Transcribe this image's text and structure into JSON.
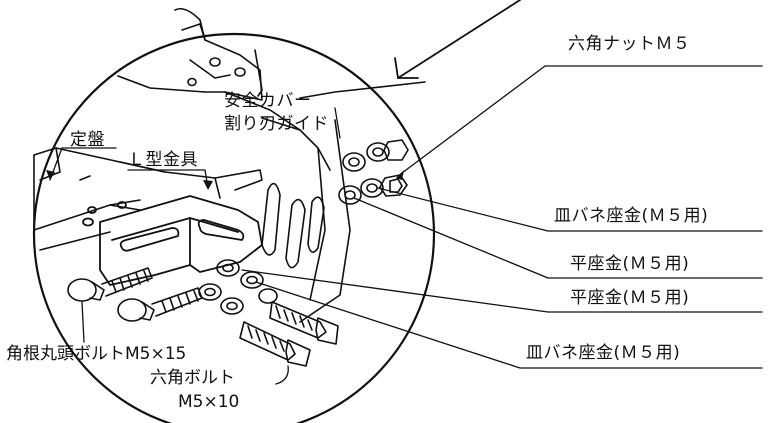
{
  "colors": {
    "ink": "#111111",
    "paper": "#ffffff"
  },
  "labels": {
    "hex_nut": "六角ナットＭ５",
    "safety_cover_line1": "安全カバー",
    "safety_cover_line2": "割り刃ガイド",
    "surface_plate": "定盤",
    "l_bracket": "Ｌ型金具",
    "spring_washer_top": "皿バネ座金(Ｍ５用)",
    "flat_washer_top": "平座金(Ｍ５用)",
    "flat_washer_bottom": "平座金(Ｍ５用)",
    "spring_washer_bottom": "皿バネ座金(Ｍ５用)",
    "carriage_bolt": "角根丸頭ボルトM5×15",
    "hex_bolt_line1": "六角ボルト",
    "hex_bolt_line2": "M5×10"
  }
}
